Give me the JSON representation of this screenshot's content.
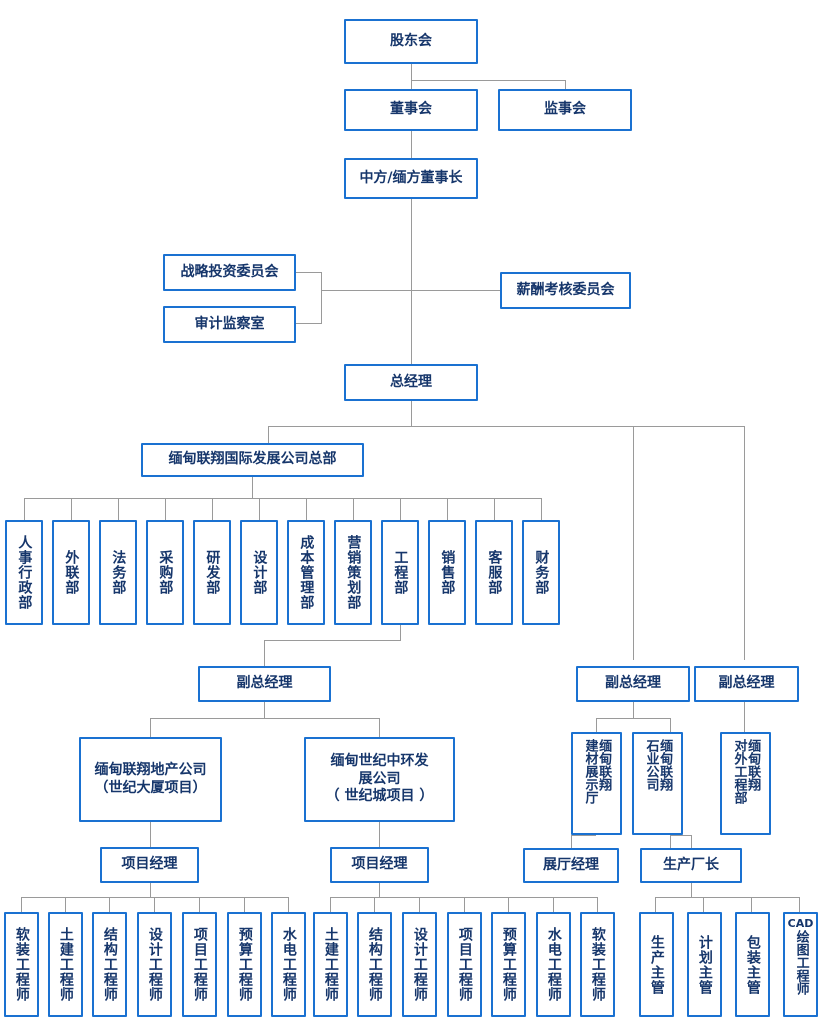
{
  "meta": {
    "title": "缅甸联翔国际发展公司组织架构图",
    "colors": {
      "box_border": "#1a71d1",
      "text": "#16366b",
      "connector": "#9a9a9a",
      "background": "#ffffff"
    }
  },
  "governance": {
    "shareholders_meeting": "股东会",
    "board_of_directors": "董事会",
    "board_of_supervisors": "监事会",
    "chairman": "中方/缅方董事长",
    "strategy_investment_committee": "战略投资委员会",
    "audit_supervision_office": "审计监察室",
    "compensation_committee": "薪酬考核委员会",
    "general_manager": "总经理"
  },
  "headquarters": {
    "label": "缅甸联翔国际发展公司总部",
    "departments": [
      "人事行政部",
      "外联部",
      "法务部",
      "采购部",
      "研发部",
      "设计部",
      "成本管理部",
      "营销策划部",
      "工程部",
      "销售部",
      "客服部",
      "财务部"
    ]
  },
  "deputy_gm_label": "副总经理",
  "project_manager_label": "项目经理",
  "branches": {
    "property": {
      "deputy_gm": "副总经理",
      "companies": [
        {
          "line1": "缅甸联翔地产公司",
          "line2": "（世纪大厦项目）"
        },
        {
          "line1": "缅甸世纪中环发",
          "line2": "展公司",
          "line3": "（ 世纪城项目 ）"
        }
      ],
      "managers": [
        "项目经理",
        "项目经理"
      ],
      "engineers_group_1": [
        "软装工程师",
        "土建工程师",
        "结构工程师",
        "设计工程师",
        "项目工程师",
        "预算工程师",
        "水电工程师"
      ],
      "engineers_group_2": [
        "土建工程师",
        "结构工程师",
        "设计工程师",
        "项目工程师",
        "预算工程师",
        "水电工程师",
        "软装工程师"
      ]
    },
    "materials": {
      "deputy_gm": "副总经理",
      "units": [
        {
          "col_right": "缅甸联翔",
          "col_left": "建材展示厅"
        },
        {
          "col_right": "缅甸联翔",
          "col_left": "石业公司"
        }
      ],
      "showroom_manager": "展厅经理",
      "production_director": "生产厂长",
      "staff": [
        {
          "type": "plain",
          "text": "生产主管"
        },
        {
          "type": "plain",
          "text": "计划主管"
        },
        {
          "type": "plain",
          "text": "包装主管"
        },
        {
          "type": "cad",
          "latin": "CAD",
          "text": "绘图工程师"
        }
      ]
    },
    "overseas": {
      "deputy_gm": "副总经理",
      "unit": {
        "col_right": "缅甸联翔",
        "col_left": "对外工程部"
      }
    }
  }
}
